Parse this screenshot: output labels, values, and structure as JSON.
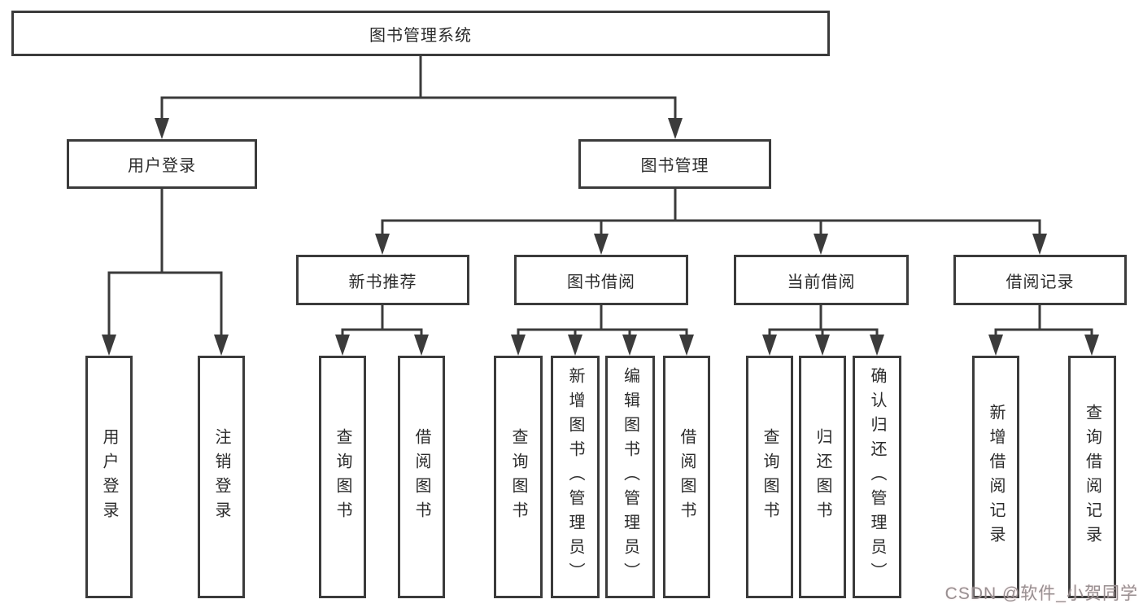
{
  "diagram": {
    "title": "图书管理系统",
    "nodes": {
      "root": {
        "label": "图书管理系统"
      },
      "userLogin": {
        "label": "用户登录"
      },
      "bookManagement": {
        "label": "图书管理"
      },
      "newBookRecommend": {
        "label": "新书推荐"
      },
      "bookBorrowing": {
        "label": "图书借阅"
      },
      "currentBorrowing": {
        "label": "当前借阅"
      },
      "borrowingRecords": {
        "label": "借阅记录"
      },
      "leafUserLogin": {
        "label": "用户登录"
      },
      "leafLogout": {
        "label": "注销登录"
      },
      "leafNbQuery": {
        "label": "查询图书"
      },
      "leafNbBorrow": {
        "label": "借阅图书"
      },
      "leafBbQuery": {
        "label": "查询图书"
      },
      "leafBbAdd": {
        "label": "新增图书（管理员）"
      },
      "leafBbEdit": {
        "label": "编辑图书（管理员）"
      },
      "leafBbBorrow": {
        "label": "借阅图书"
      },
      "leafCbQuery": {
        "label": "查询图书"
      },
      "leafCbReturn": {
        "label": "归还图书"
      },
      "leafCbConfirm": {
        "label": "确认归还（管理员）"
      },
      "leafBrAdd": {
        "label": "新增借阅记录"
      },
      "leafBrQuery": {
        "label": "查询借阅记录"
      }
    },
    "hierarchy": {
      "图书管理系统": {
        "用户登录": [
          "用户登录",
          "注销登录"
        ],
        "图书管理": {
          "新书推荐": [
            "查询图书",
            "借阅图书"
          ],
          "图书借阅": [
            "查询图书",
            "新增图书（管理员）",
            "编辑图书（管理员）",
            "借阅图书"
          ],
          "当前借阅": [
            "查询图书",
            "归还图书",
            "确认归还（管理员）"
          ],
          "借阅记录": [
            "新增借阅记录",
            "查询借阅记录"
          ]
        }
      }
    }
  },
  "watermark": {
    "text": "CSDN @软件_小贺同学",
    "color": "#969092"
  },
  "colors": {
    "line": "#3b3b3b",
    "border": "#3b3b3b",
    "text": "#2b2b2b",
    "background": "#ffffff"
  }
}
